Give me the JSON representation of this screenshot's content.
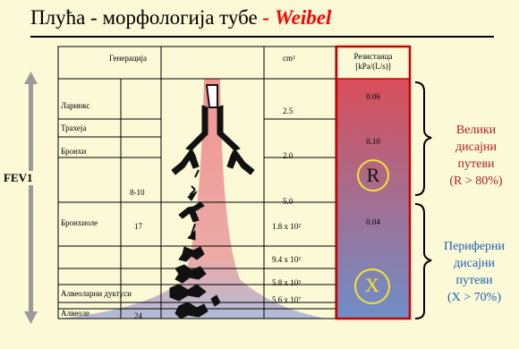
{
  "slide": {
    "title_main": "Плућа - морфологија тубе ",
    "title_accent": "- Weibel",
    "fev": "FEV1"
  },
  "table": {
    "col_generation": "Генерација",
    "col_area": "cm²",
    "col_resistance_l1": "Резистанца",
    "col_resistance_l2": "[kPa/(L/s)]"
  },
  "structures": [
    "Ларинкс",
    "Трахеја",
    "Бронхи",
    "Бронхиоле",
    "Алвеоларни дуктуси",
    "Алвеоле"
  ],
  "generations": [
    "8-10",
    "17",
    "24"
  ],
  "areas": [
    "2.5",
    "2.0",
    "5.0",
    "1.8 x 10²",
    "9.4 x 10²",
    "5.8 x 10³",
    "5.6 x 10⁷"
  ],
  "resistances": [
    "0.06",
    "0.10",
    "0.04"
  ],
  "markers": {
    "r": "R",
    "x": "X"
  },
  "labels": {
    "large_l1": "Велики",
    "large_l2": "дисајни",
    "large_l3": "путеви",
    "large_l4": "(R > 80%)",
    "peri_l1": "Периферни",
    "peri_l2": "дисајни",
    "peri_l3": "путеви",
    "peri_l4": "(X > 70%)"
  },
  "colors": {
    "title_accent": "#ff0000",
    "label_text": "#b02020",
    "peripheral_text": "#1a5fb4",
    "box_border": "#cc0000",
    "resist_top": "#e8464a",
    "resist_bottom": "#6e8ec8"
  }
}
